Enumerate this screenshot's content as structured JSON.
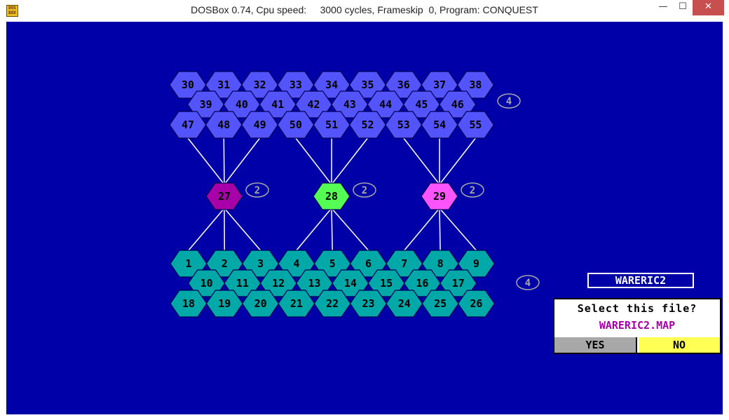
{
  "window": {
    "title": "DOSBox 0.74, Cpu speed:     3000 cycles, Frameskip  0, Program: CONQUEST",
    "icon_name": "dosbox-icon",
    "icon_text": "DOS\nBOX",
    "minimize_glyph": "—",
    "maximize_glyph": "☐",
    "close_glyph": "✕"
  },
  "colors": {
    "background": "#0000a8",
    "top_sector": "#5454fc",
    "bottom_sector": "#00a8a8",
    "hub_27": "#a800a8",
    "hub_28": "#54fc54",
    "hub_29": "#fc54fc",
    "connector": "#ffffff",
    "dialog_yes": "#a8a8a8",
    "dialog_no": "#ffff54",
    "filename": "#a800a8"
  },
  "map": {
    "top_rows": [
      [
        "30",
        "31",
        "32",
        "33",
        "34",
        "35",
        "36",
        "37",
        "38"
      ],
      [
        "39",
        "40",
        "41",
        "42",
        "43",
        "44",
        "45",
        "46"
      ],
      [
        "47",
        "48",
        "49",
        "50",
        "51",
        "52",
        "53",
        "54",
        "55"
      ]
    ],
    "top_badge": "4",
    "hubs": [
      {
        "label": "27",
        "badge": "2",
        "color": "#a800a8",
        "top_links": [
          "47",
          "48",
          "49"
        ],
        "bottom_links": [
          "1",
          "2",
          "3"
        ]
      },
      {
        "label": "28",
        "badge": "2",
        "color": "#54fc54",
        "top_links": [
          "50",
          "51",
          "52"
        ],
        "bottom_links": [
          "4",
          "5",
          "6"
        ]
      },
      {
        "label": "29",
        "badge": "2",
        "color": "#fc54fc",
        "top_links": [
          "53",
          "54",
          "55"
        ],
        "bottom_links": [
          "7",
          "8",
          "9"
        ]
      }
    ],
    "bottom_rows": [
      [
        "1",
        "2",
        "3",
        "4",
        "5",
        "6",
        "7",
        "8",
        "9"
      ],
      [
        "10",
        "11",
        "12",
        "13",
        "14",
        "15",
        "16",
        "17"
      ],
      [
        "18",
        "19",
        "20",
        "21",
        "22",
        "23",
        "24",
        "25",
        "26"
      ]
    ],
    "bottom_badge": "4"
  },
  "file_label": "WARERIC2",
  "dialog": {
    "prompt": "Select this file?",
    "filename": "WARERIC2.MAP",
    "yes_label": "YES",
    "no_label": "NO"
  }
}
